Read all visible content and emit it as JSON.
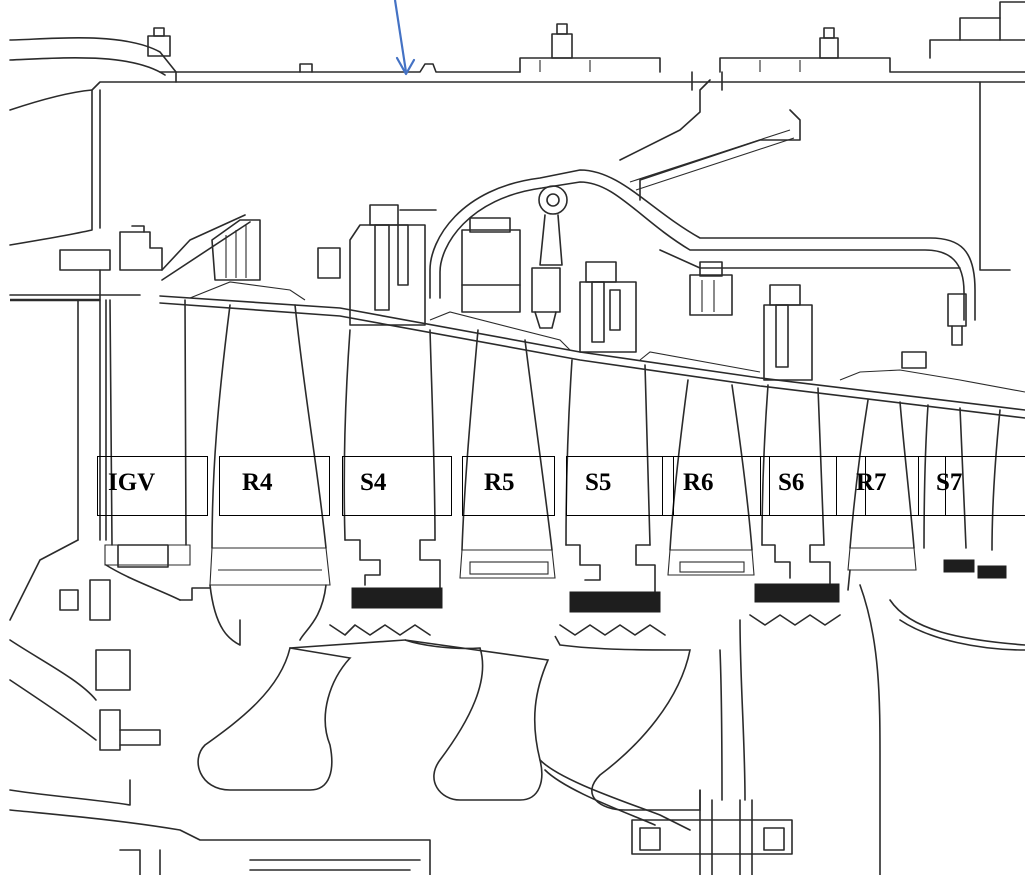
{
  "diagram": {
    "stage_labels": [
      {
        "id": "igv",
        "text": "IGV"
      },
      {
        "id": "r4",
        "text": "R4"
      },
      {
        "id": "s4",
        "text": "S4"
      },
      {
        "id": "r5",
        "text": "R5"
      },
      {
        "id": "s5",
        "text": "S5"
      },
      {
        "id": "r6",
        "text": "R6"
      },
      {
        "id": "s6",
        "text": "S6"
      },
      {
        "id": "r7",
        "text": "R7"
      },
      {
        "id": "s7",
        "text": "S7"
      }
    ],
    "colors": {
      "line": "#2b2b2b",
      "label_box": "#000000",
      "arrow": "#4472c4",
      "background": "#ffffff"
    }
  }
}
